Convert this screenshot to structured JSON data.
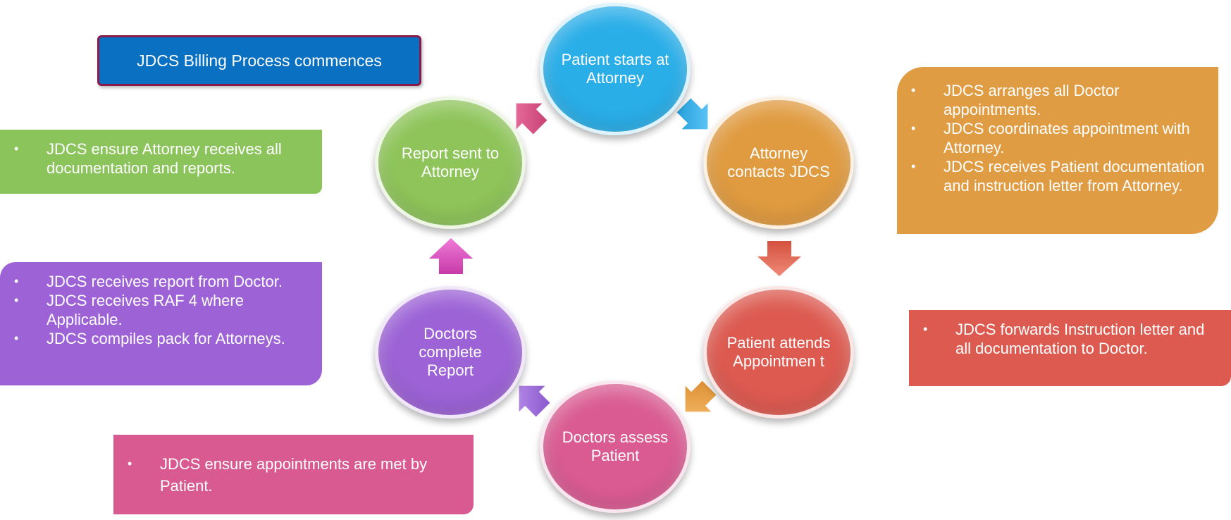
{
  "banner": {
    "title": "JDCS Billing Process commences"
  },
  "cycle": {
    "step1": "Patient starts at Attorney",
    "step2": "Attorney contacts JDCS",
    "step3": "Patient attends Appointmen t",
    "step4": "Doctors assess Patient",
    "step5": "Doctors complete Report",
    "step6": "Report sent to Attorney"
  },
  "notes": {
    "attorney_receives": [
      "JDCS ensure Attorney receives all documentation and reports."
    ],
    "report_handling": [
      "JDCS receives report from Doctor.",
      "JDCS receives RAF 4 where Applicable.",
      "JDCS compiles pack for Attorneys."
    ],
    "appointments_met": [
      "JDCS ensure appointments are met by Patient."
    ],
    "arrangements": [
      "JDCS arranges all Doctor appointments.",
      "JDCS coordinates appointment with Attorney.",
      "JDCS receives Patient documentation and instruction letter from Attorney."
    ],
    "forwarding": [
      "JDCS forwards Instruction letter and all documentation to Doctor."
    ]
  },
  "colors": {
    "blue": "#2aaee8",
    "orange": "#e09b40",
    "red": "#dc5a50",
    "pink": "#d95b92",
    "purple": "#9c62d6",
    "green": "#8ec45a",
    "banner": "#0a70c2",
    "banner_border": "#8a1a4a"
  }
}
